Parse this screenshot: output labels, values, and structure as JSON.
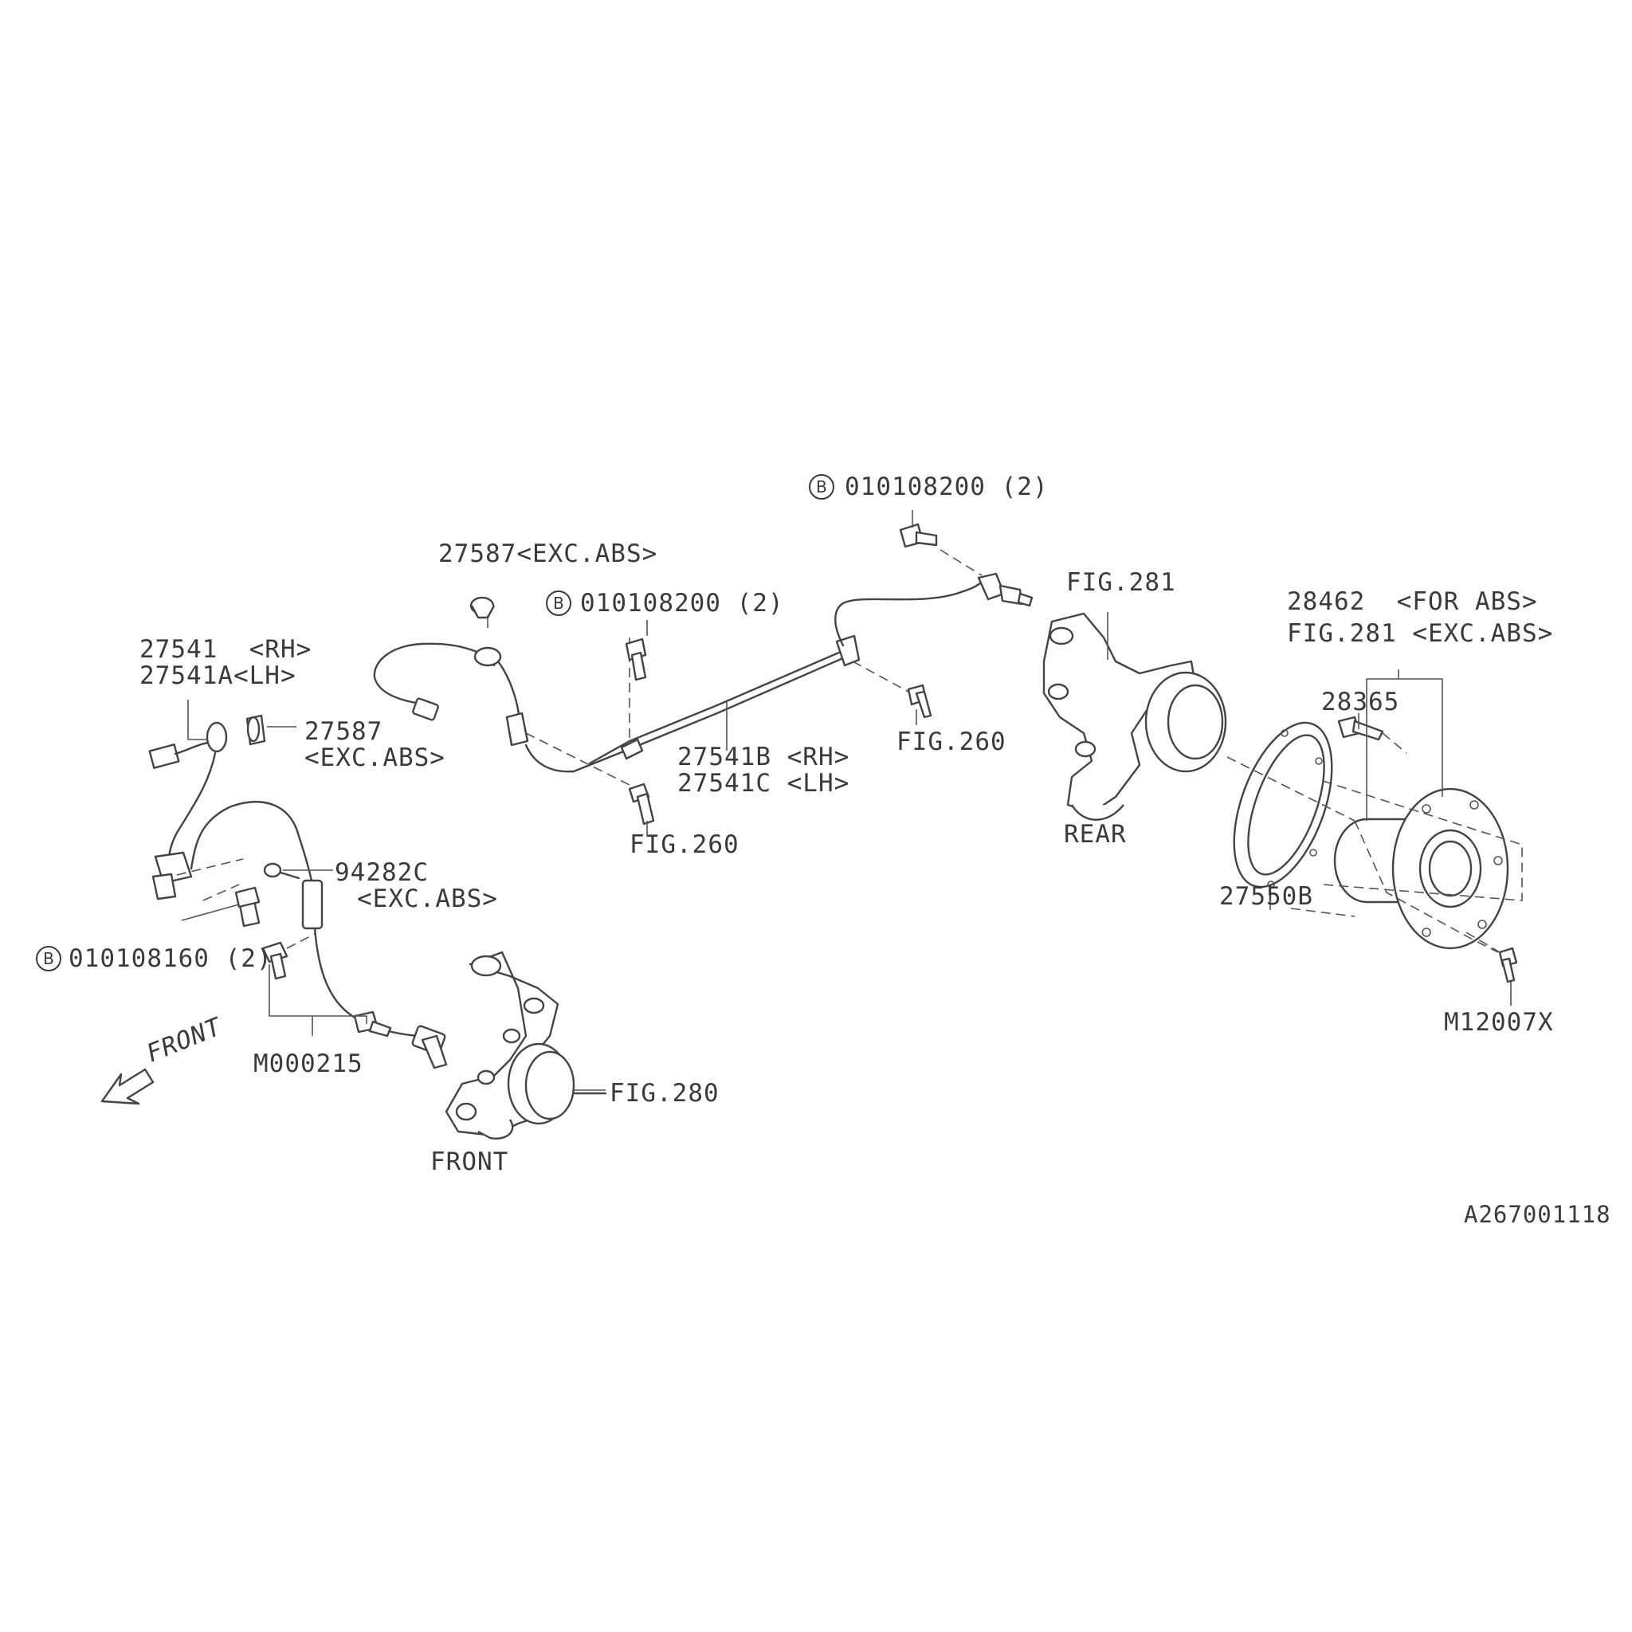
{
  "labels": {
    "bolt_top_rear": "010108200 (2)",
    "grommet_top": "27587<EXC.ABS>",
    "bolt_mid": "010108200 (2)",
    "front_sensor_rh": "27541  <RH>",
    "front_sensor_lh": "27541A<LH>",
    "grommet_left_line1": "27587",
    "grommet_left_line2": "<EXC.ABS>",
    "rear_harness_rh": "27541B <RH>",
    "rear_harness_lh": "27541C <LH>",
    "fig260_right": "FIG.260",
    "fig260_mid": "FIG.260",
    "fig281_top": "FIG.281",
    "rear_knuckle": "REAR",
    "hub_abs_line1": "28462  <FOR ABS>",
    "hub_abs_line2": "FIG.281 <EXC.ABS>",
    "hub_bolt": "28365",
    "tone_ring": "27550B",
    "screw_right": "M12007X",
    "clip_line1": "94282C",
    "clip_line2": "<EXC.ABS>",
    "bolt_front": "010108160 (2)",
    "bolt_m": "M000215",
    "front_direction": "FRONT",
    "fig280": "FIG.280",
    "front_knuckle": "FRONT",
    "figure_id": "A267001118",
    "b_marker": "B"
  }
}
